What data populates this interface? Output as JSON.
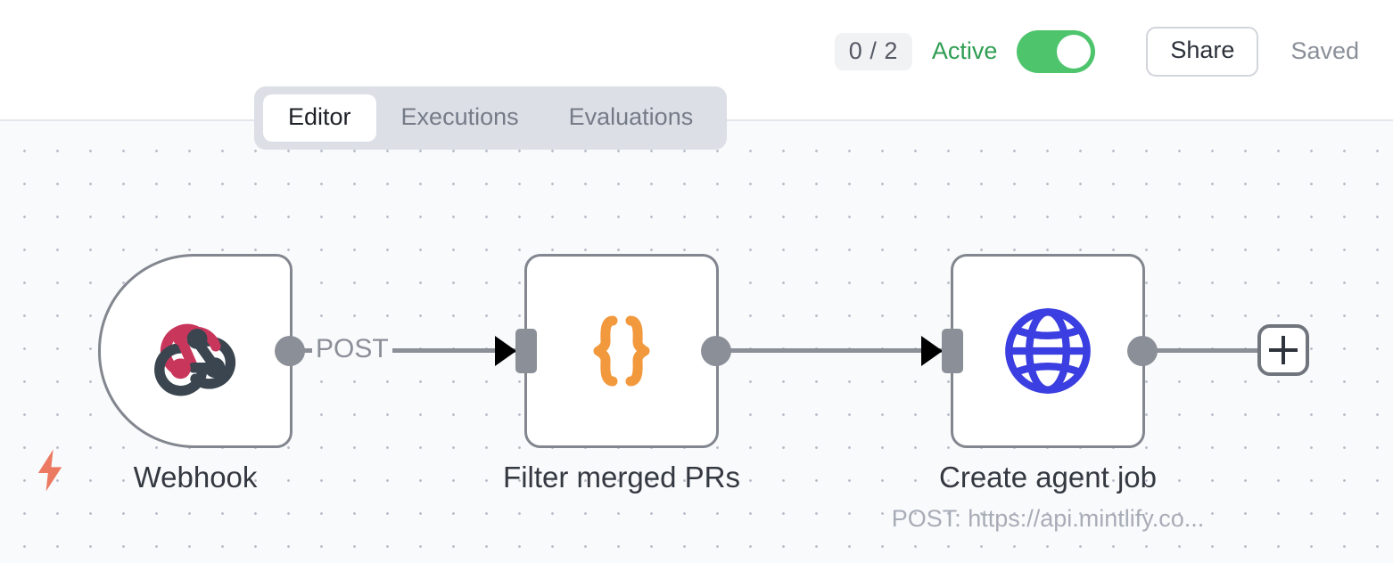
{
  "header": {
    "execution_count": "0 / 2",
    "active_label": "Active",
    "toggle_state": "on",
    "share_label": "Share",
    "saved_label": "Saved",
    "active_color": "#2f9e52",
    "toggle_on_color": "#4ec46d"
  },
  "tabs": [
    {
      "label": "Editor",
      "active": true
    },
    {
      "label": "Executions",
      "active": false
    },
    {
      "label": "Evaluations",
      "active": false
    }
  ],
  "canvas": {
    "background": "#f9fafc",
    "grid": "dots",
    "nodes": [
      {
        "id": "webhook",
        "label": "Webhook",
        "subtitle": "",
        "icon": "webhook-icon",
        "shape": "trigger",
        "icon_colors": [
          "#c9365b",
          "#3a4550"
        ]
      },
      {
        "id": "filter-merged-prs",
        "label": "Filter merged PRs",
        "subtitle": "",
        "icon": "code-braces-icon",
        "shape": "rounded-square",
        "icon_colors": [
          "#f2993d"
        ]
      },
      {
        "id": "create-agent-job",
        "label": "Create agent job",
        "subtitle": "POST: https://api.mintlify.co...",
        "icon": "globe-icon",
        "shape": "rounded-square",
        "icon_colors": [
          "#3b3ee0"
        ]
      }
    ],
    "edges": [
      {
        "from": "webhook",
        "to": "filter-merged-prs",
        "label": "POST"
      },
      {
        "from": "filter-merged-prs",
        "to": "create-agent-job",
        "label": ""
      }
    ],
    "add_node_button": "+",
    "trigger_bolt_color": "#ec7a63"
  }
}
